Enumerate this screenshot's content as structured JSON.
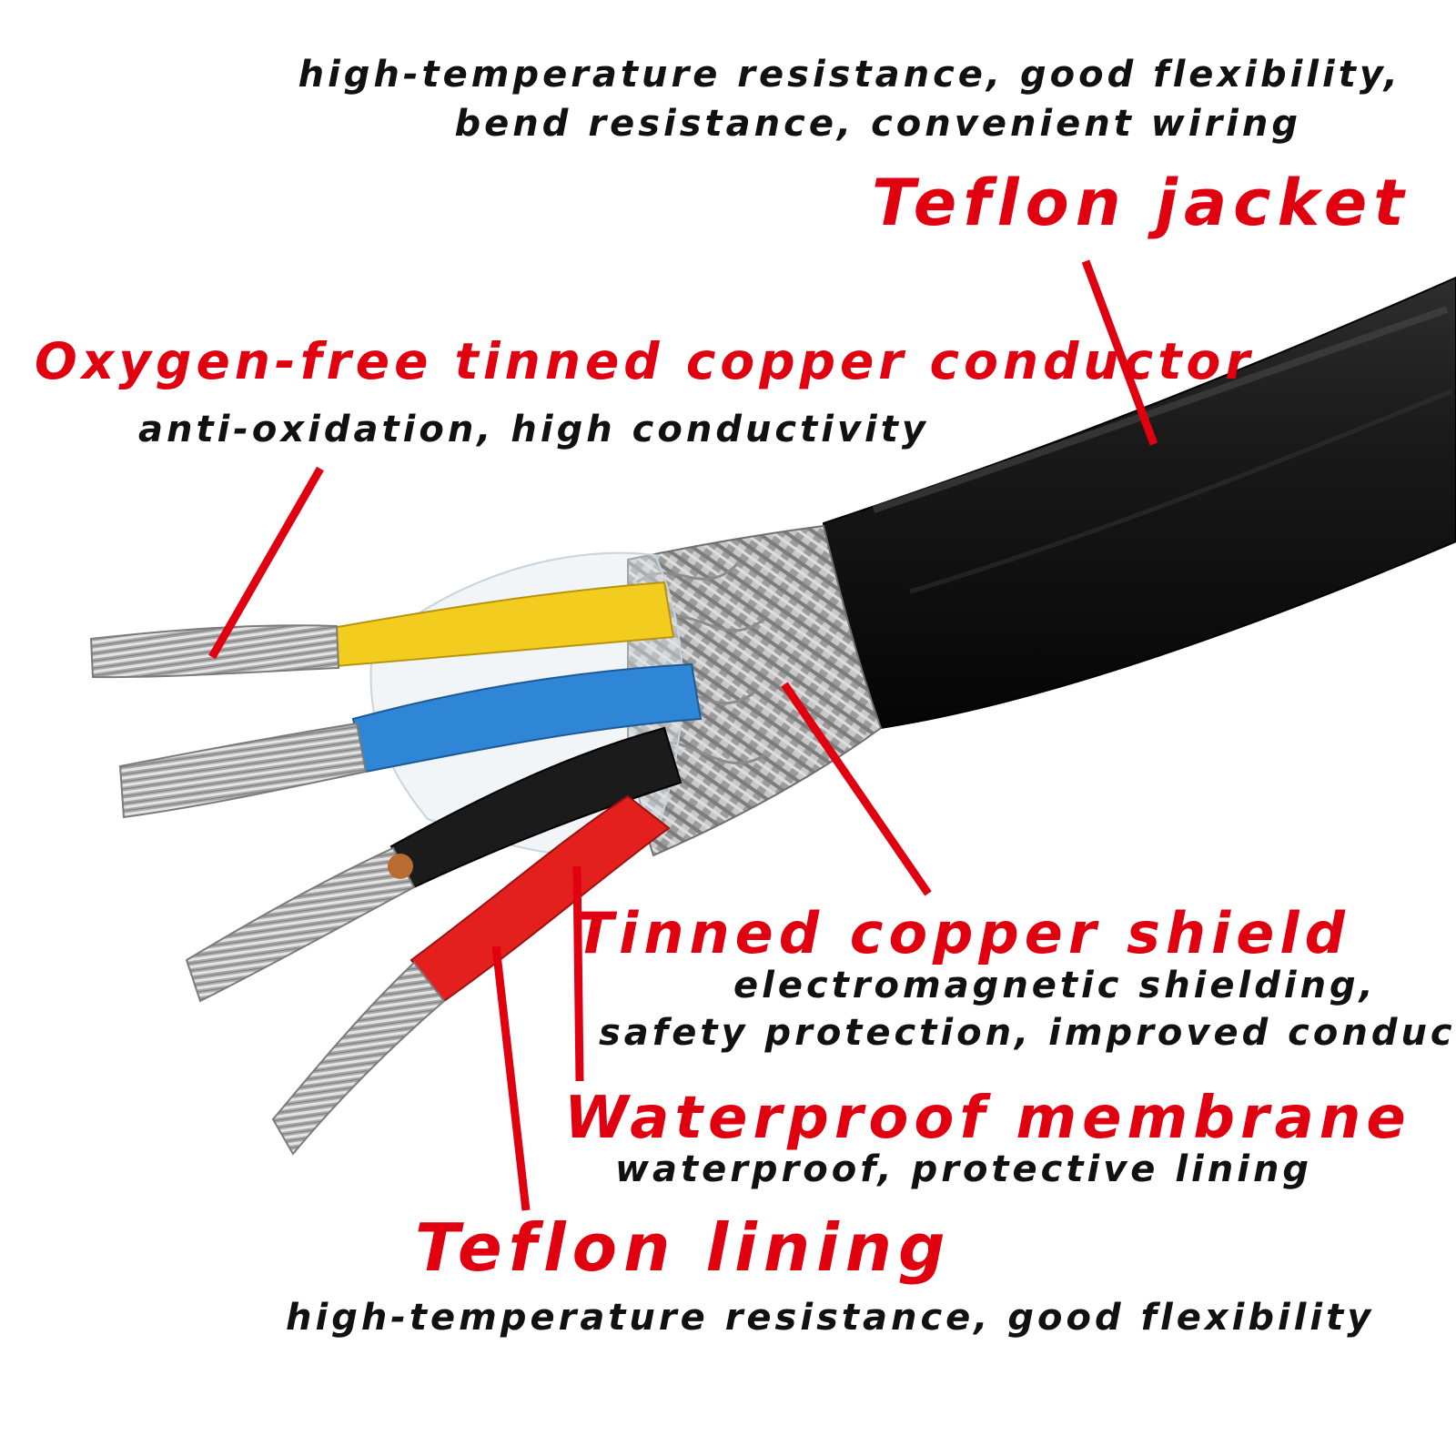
{
  "colors": {
    "title_red": "#e0000f",
    "pointer_red": "#e0000f",
    "desc_black": "#111111",
    "jacket": "#141414",
    "wire_yellow": "#f2cc1e",
    "wire_blue": "#2f86d6",
    "wire_black": "#1b1b1b",
    "wire_red": "#e4201e",
    "strand_silver": "#b9b9b9",
    "shield_silver": "#a6a6a6"
  },
  "callouts": {
    "jacket": {
      "title": "Teflon jacket",
      "desc_line1": "high-temperature resistance, good flexibility,",
      "desc_line2": "bend resistance, convenient wiring"
    },
    "conductor": {
      "title": "Oxygen-free tinned copper conductor",
      "desc": "anti-oxidation, high conductivity"
    },
    "shield": {
      "title": "Tinned copper shield",
      "desc_line1": "electromagnetic shielding,",
      "desc_line2": "safety protection, improved conductivity"
    },
    "membrane": {
      "title": "Waterproof membrane",
      "desc": "waterproof, protective lining"
    },
    "lining": {
      "title": "Teflon lining",
      "desc": "high-temperature resistance, good flexibility"
    }
  }
}
